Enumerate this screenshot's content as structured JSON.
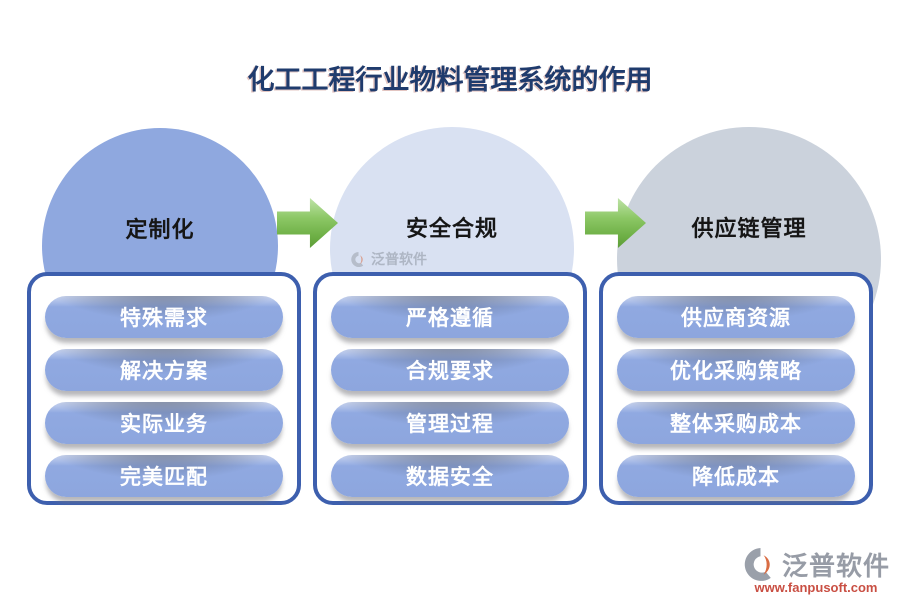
{
  "title": "化工工程行业物料管理系统的作用",
  "columns": [
    {
      "circle_label": "定制化",
      "circle_color": "#8FA8DF",
      "items": [
        "特殊需求",
        "解决方案",
        "实际业务",
        "完美匹配"
      ]
    },
    {
      "circle_label": "安全合规",
      "circle_color": "#D9E1F2",
      "items": [
        "严格遵循",
        "合规要求",
        "管理过程",
        "数据安全"
      ]
    },
    {
      "circle_label": "供应链管理",
      "circle_color": "#CBD2DC",
      "items": [
        "供应商资源",
        "优化采购策略",
        "整体采购成本",
        "降低成本"
      ]
    }
  ],
  "watermark_center": {
    "name": "泛普软件"
  },
  "watermark_footer": {
    "name": "泛普软件",
    "url": "www.fanpusoft.com"
  },
  "palette": {
    "title_color": "#1f3b6d",
    "panel_border": "#3d5fae",
    "pill_fill": "#8fa8e0",
    "pill_text": "#ffffff",
    "arrow_green": "#6cae44",
    "watermark_gray": "#979ca6",
    "watermark_url_color": "#c94f43",
    "logo_gray": "#9aa0aa",
    "logo_orange": "#d96c43"
  }
}
